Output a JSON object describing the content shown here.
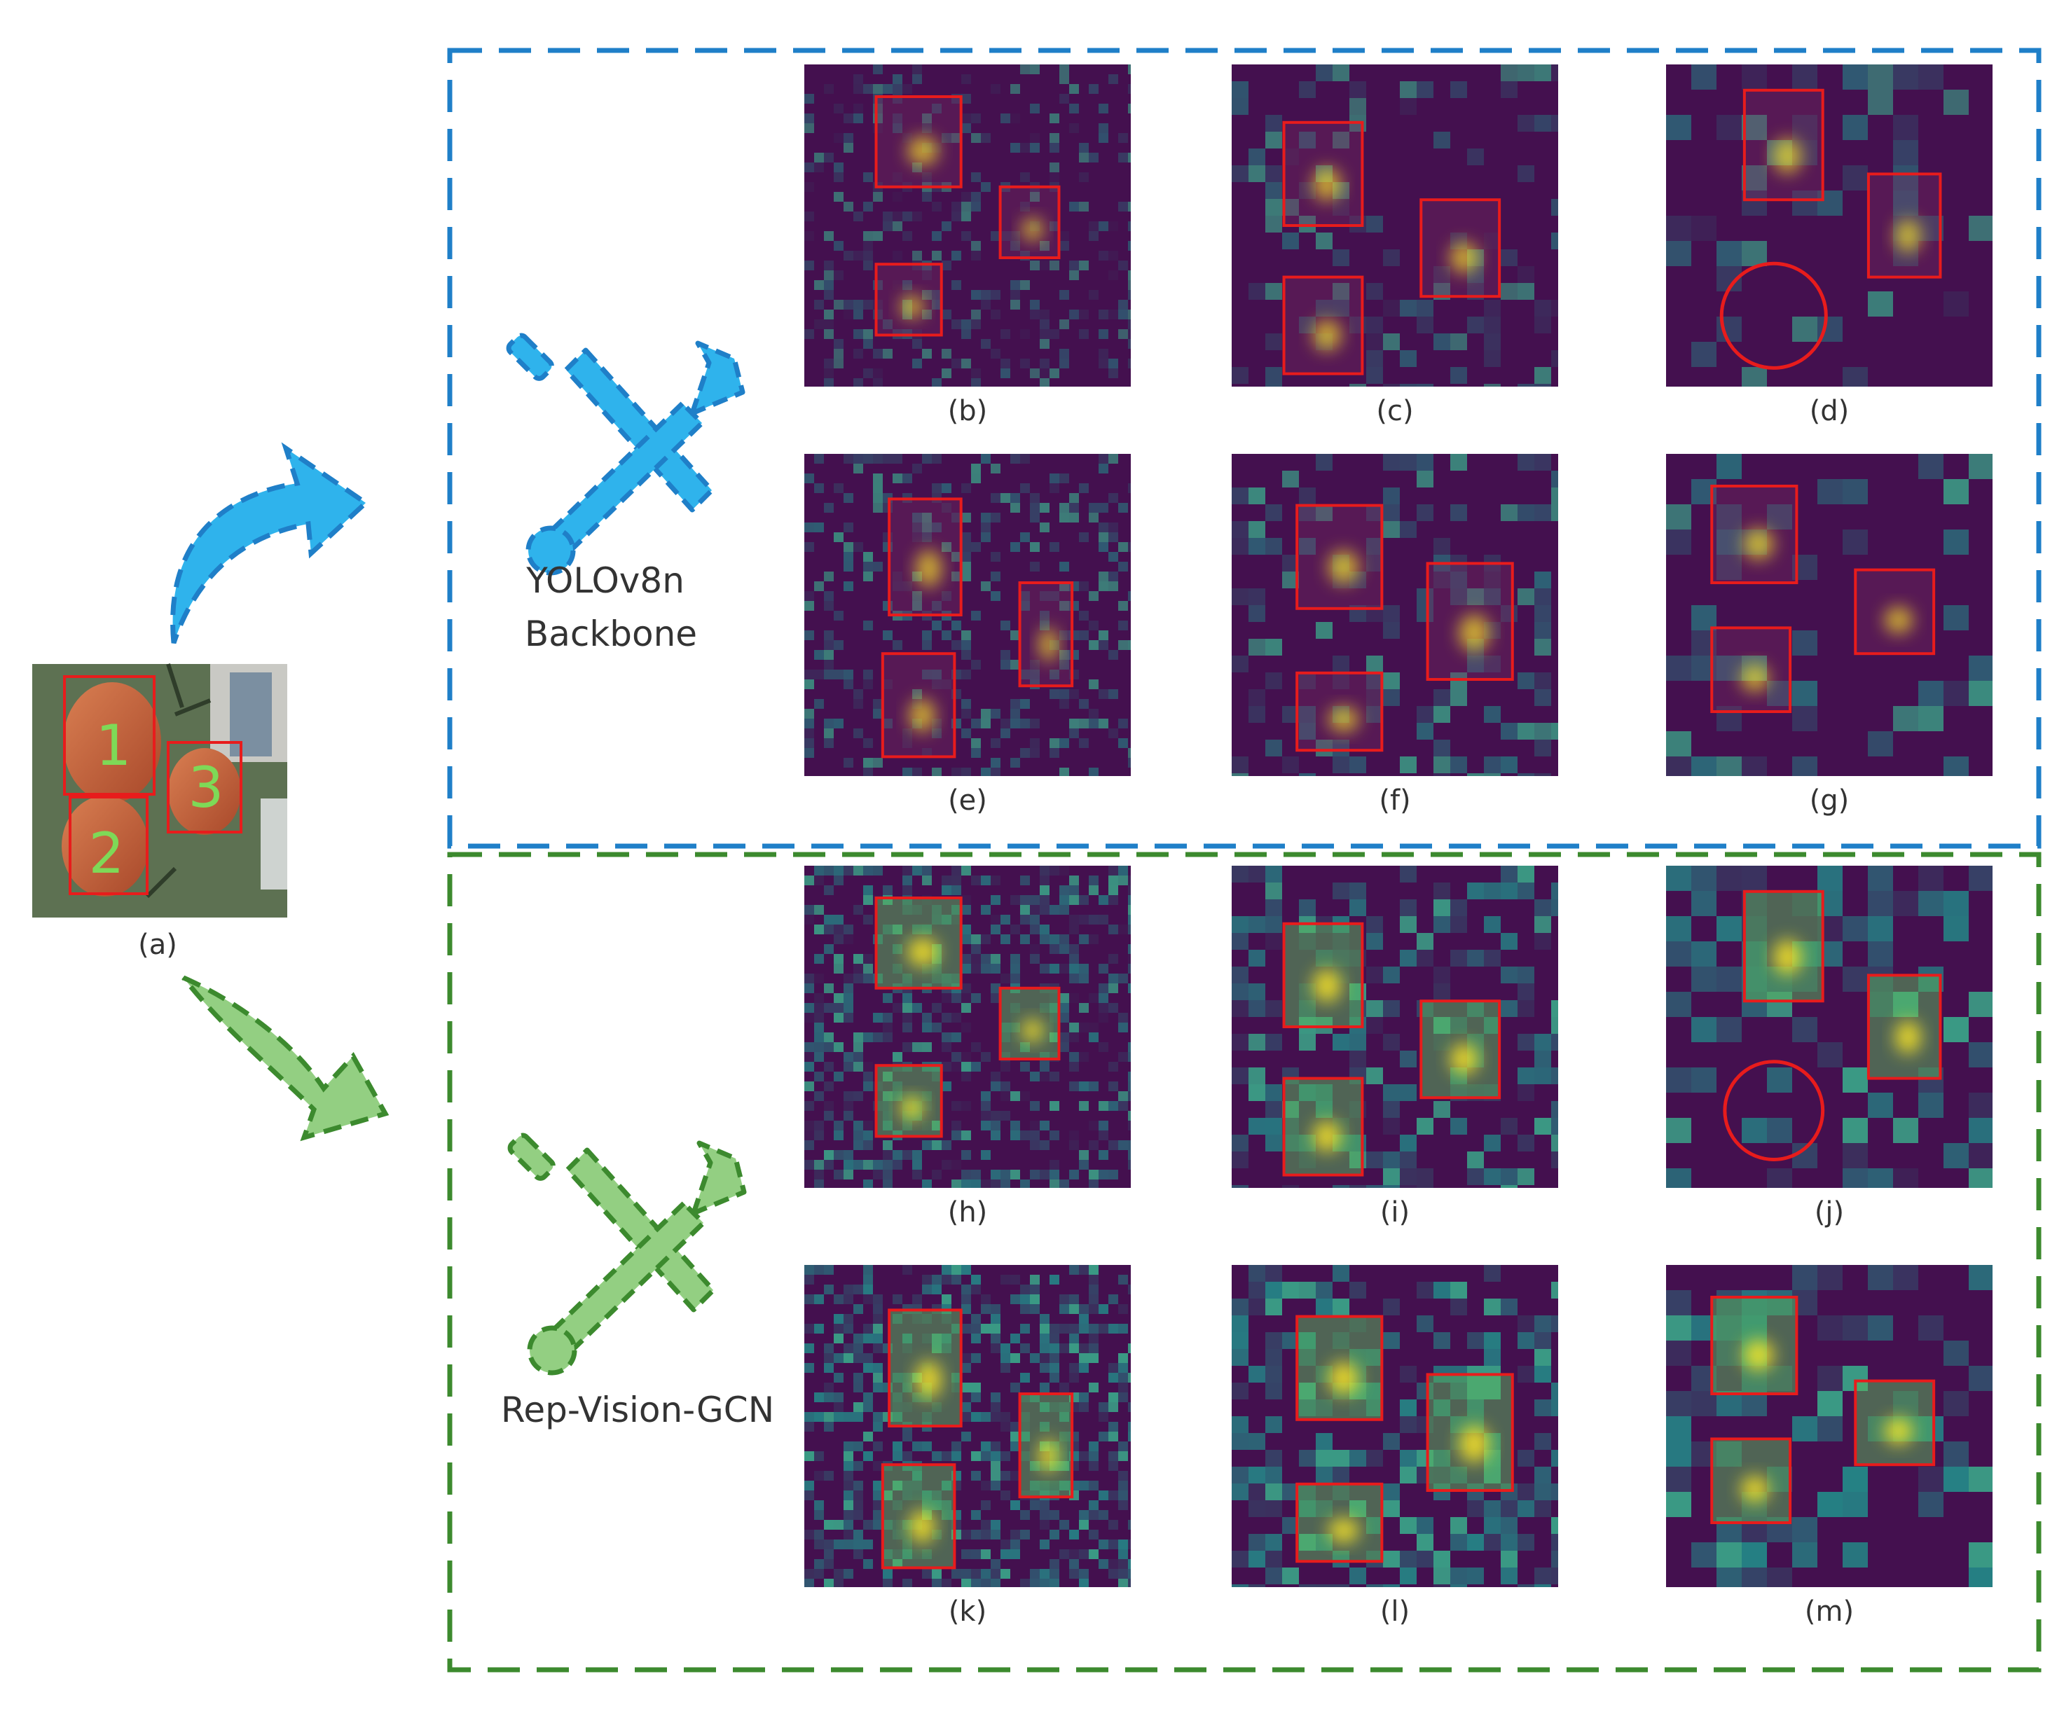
{
  "figure": {
    "source_label": "(a)",
    "fruit_numbers": [
      "1",
      "2",
      "3"
    ],
    "groups": [
      {
        "name": "YOLOv8n Backbone",
        "name_lines": [
          "YOLOv8n",
          "Backbone"
        ],
        "color": "#1f7fc8",
        "icon": "tools-icon",
        "panels": [
          "(b)",
          "(c)",
          "(d)",
          "(e)",
          "(f)",
          "(g)"
        ]
      },
      {
        "name": "Rep-Vision-GCN",
        "name_lines": [
          "Rep-Vision-GCN"
        ],
        "color": "#3c8a2e",
        "icon": "tools-icon",
        "panels": [
          "(h)",
          "(i)",
          "(j)",
          "(k)",
          "(l)",
          "(m)"
        ]
      }
    ],
    "colors": {
      "heatmap_low": "#44104f",
      "heatmap_mid": "#21918c",
      "heatmap_high": "#fde725",
      "box": "#e81c1c",
      "number": "#7ed957",
      "arrow_blue": "#2fb3ec",
      "arrow_green": "#93cf82"
    }
  }
}
